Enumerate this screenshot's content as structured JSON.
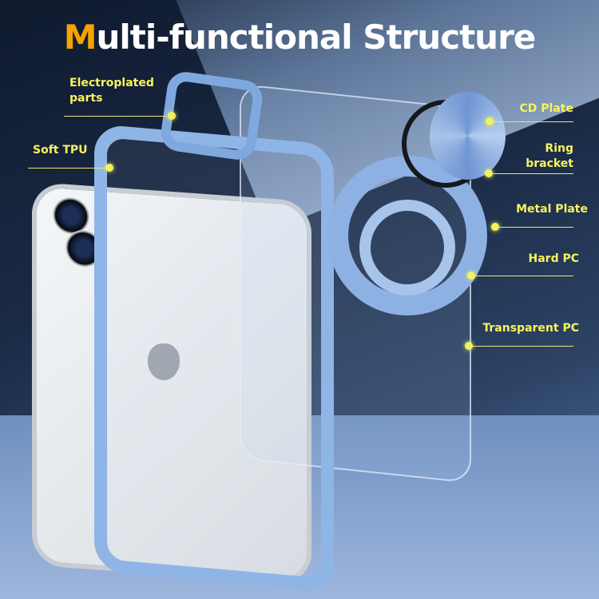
{
  "title": {
    "accent": "M",
    "rest": "ulti-functional Structure"
  },
  "labels": {
    "electroplated": "Electroplated\nparts",
    "soft_tpu": "Soft TPU",
    "cd_plate": "CD Plate",
    "ring_bracket": "Ring\nbracket",
    "metal_plate": "Metal Plate",
    "hard_pc": "Hard PC",
    "transparent_pc": "Transparent PC"
  },
  "colors": {
    "accent": "#f5a300",
    "label": "#f7f35f",
    "case": "#8fb4e6"
  }
}
